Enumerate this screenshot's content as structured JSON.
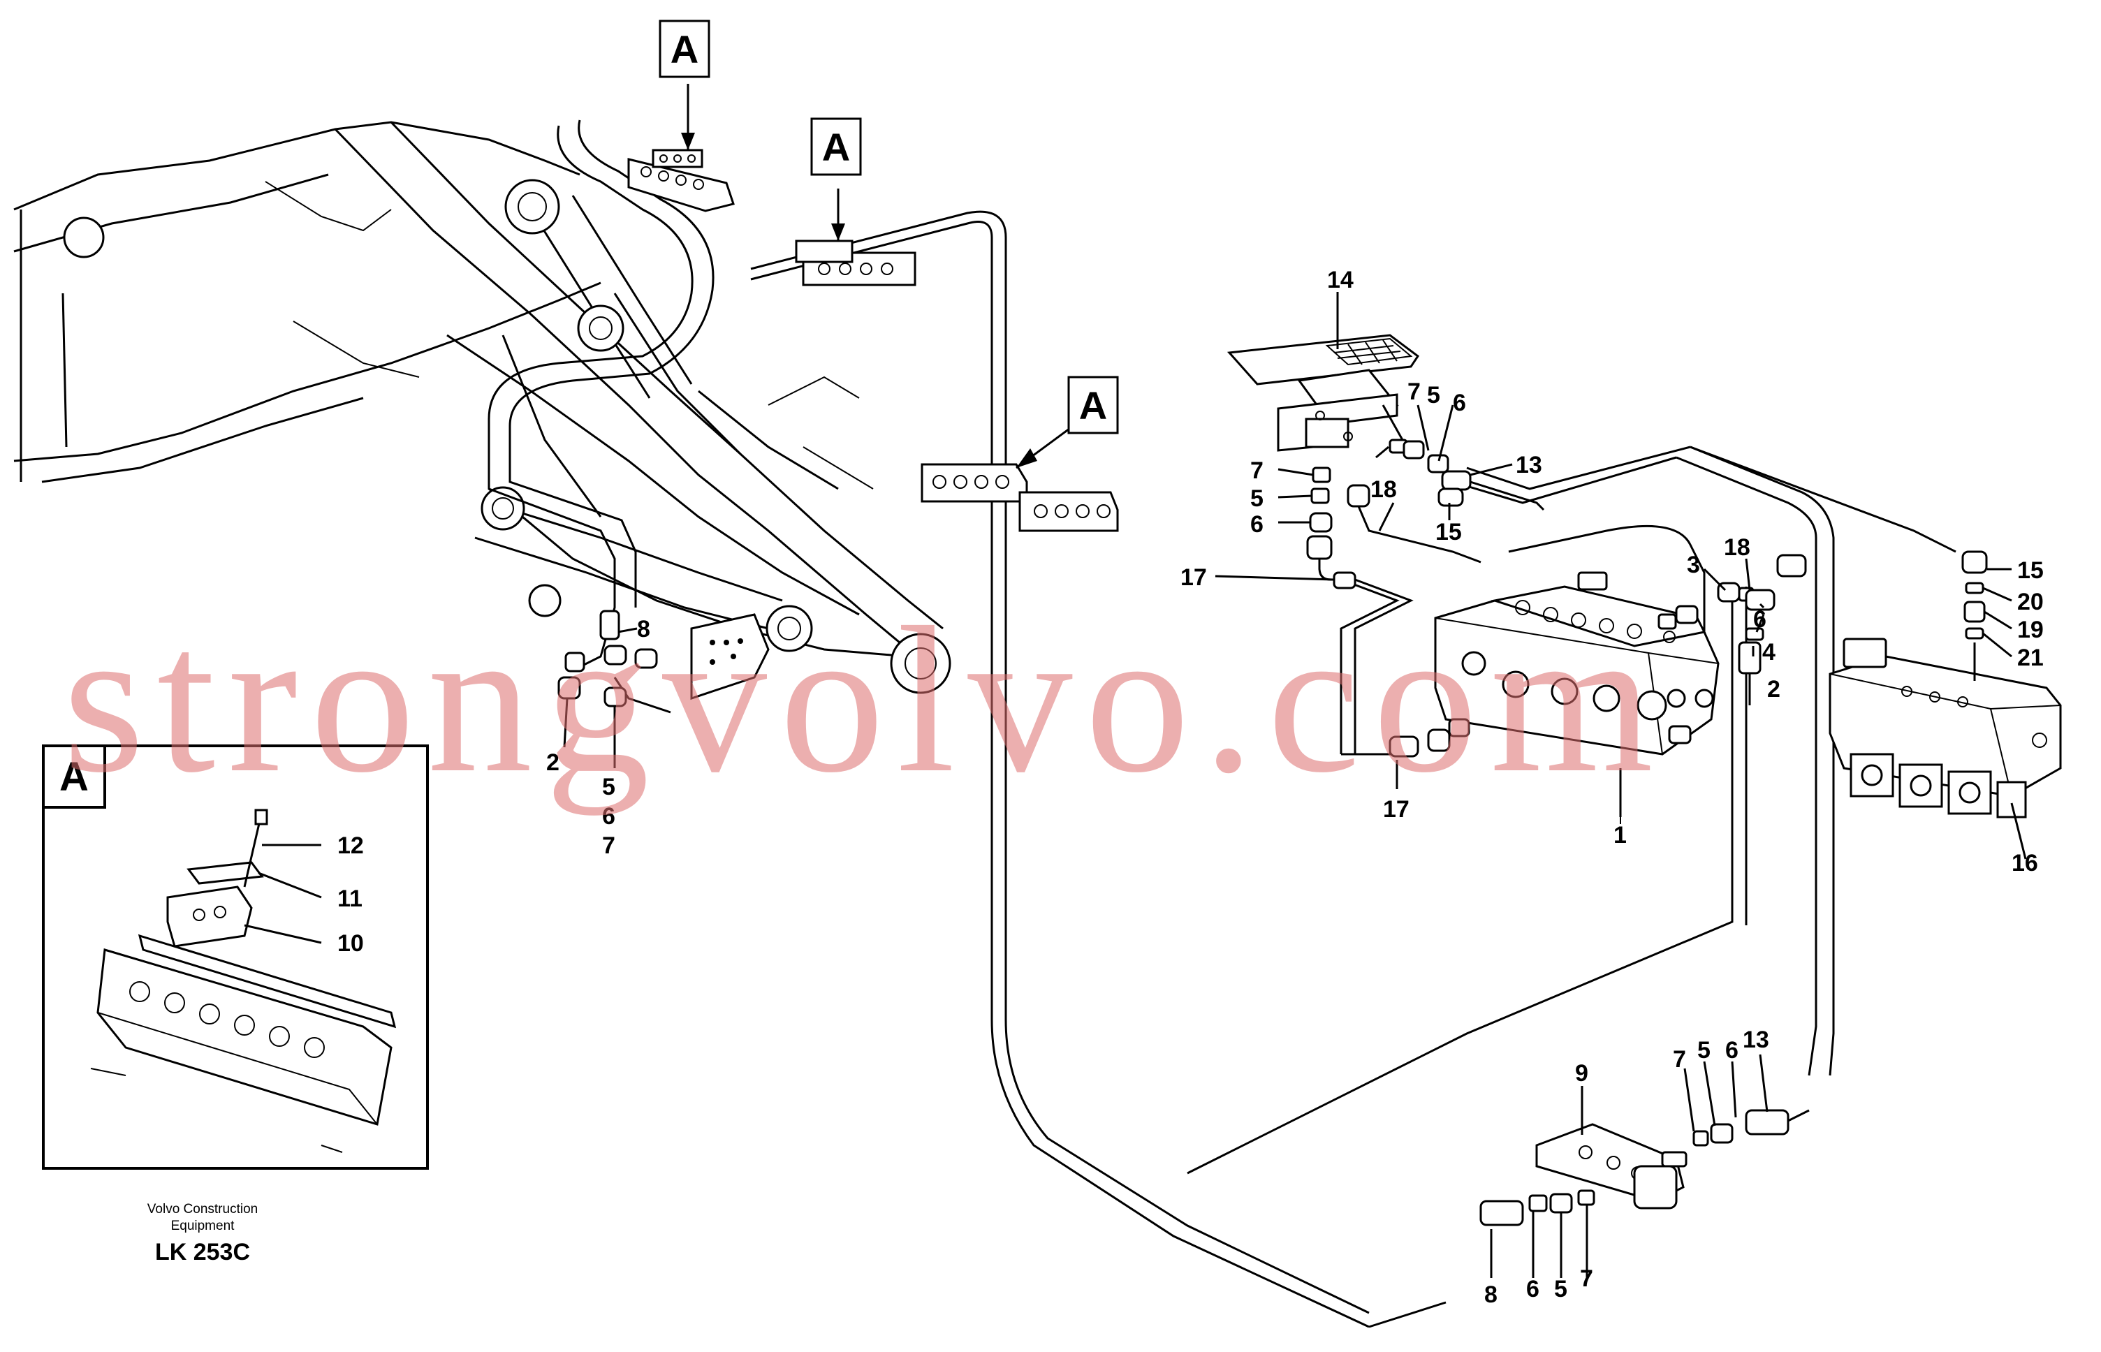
{
  "callout_letter": "A",
  "detail_inset_title": "A",
  "company_line1": "Volvo Construction",
  "company_line2": "Equipment",
  "drawing_code": "LK 253C",
  "watermark_text": "strongvolvo.com",
  "inset_labels": {
    "l12": "12",
    "l11": "11",
    "l10": "10"
  },
  "boom_labels": {
    "l8": "8",
    "l2": "2",
    "l5": "5",
    "l6": "6",
    "l7": "7"
  },
  "pedal_labels": {
    "l14": "14",
    "l7a": "7",
    "l5a": "5",
    "l6a": "6",
    "l13": "13",
    "l7b": "7",
    "l5b": "5",
    "l6b": "6",
    "l18a": "18",
    "l15a": "15",
    "l17a": "17"
  },
  "valve_labels": {
    "l3": "3",
    "l18b": "18",
    "l6c": "6",
    "l4": "4",
    "l2": "2",
    "l17b": "17",
    "l1": "1"
  },
  "solenoid_labels": {
    "l15": "15",
    "l20": "20",
    "l19": "19",
    "l21": "21",
    "l16": "16"
  },
  "bottom_labels": {
    "l9": "9",
    "l7": "7",
    "l5": "5",
    "l6": "6",
    "l13": "13",
    "l8": "8",
    "l6b": "6",
    "l5b": "5",
    "l7b": "7"
  }
}
